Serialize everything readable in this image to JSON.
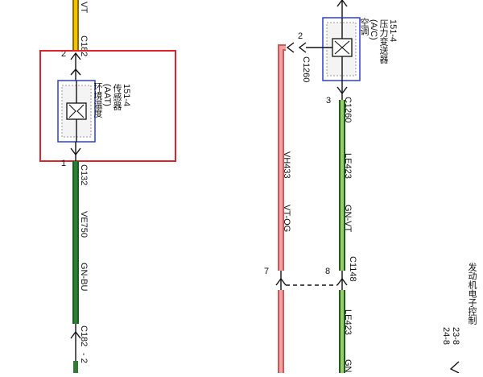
{
  "left_circuit": {
    "top_wire_label": "VT",
    "connector_top": "C182",
    "pin_top": "2",
    "sensor_name_lines": [
      "环境温度",
      "(AAT)",
      "传感器",
      "151-4"
    ],
    "pin_bottom": "1",
    "connector_bottom": "C132",
    "wire_circuit": "VE750",
    "wire_color": "GN-BU",
    "connector_lower": "C182",
    "connector_lower_suffix": "- 2"
  },
  "right_circuit": {
    "sensor_name_lines": [
      "空调",
      "(A/C)",
      "压力变送器",
      "151-4"
    ],
    "pin_left": "2",
    "connector_left": "C1260",
    "pin_bottom": "3",
    "connector_bottom": "C1260",
    "pink_wire_circuit": "VH433",
    "pink_wire_color": "VT-OG",
    "green_wire_circuit": "LE423",
    "green_wire_color": "GN-VT",
    "pin_pink_lower": "7",
    "pin_green_lower": "8",
    "connector_mid": "C1148",
    "green_lower_circuit": "LE423",
    "green_lower_color": "GN"
  },
  "page_ref": {
    "title": "发动机电子控制",
    "refs": [
      "23-8",
      "24-8"
    ]
  },
  "colors": {
    "highlight_box": "#e0242c",
    "sensor_frame": "#2b3fd8",
    "wire_yellow": "#f2c400",
    "wire_green": "#2e7d32",
    "wire_green_light": "#9ccc65",
    "wire_pink": "#f08a8a"
  }
}
